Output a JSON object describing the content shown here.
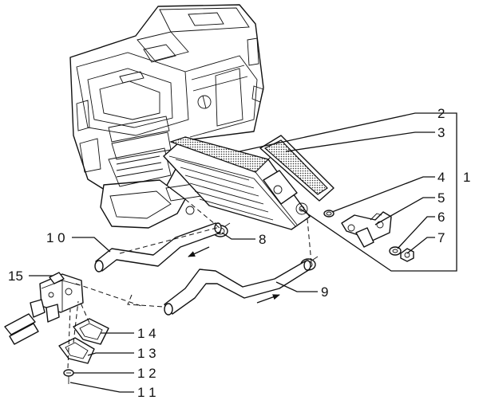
{
  "callouts": [
    {
      "id": "c1",
      "label": "1"
    },
    {
      "id": "c2",
      "label": "2"
    },
    {
      "id": "c3",
      "label": "3"
    },
    {
      "id": "c4",
      "label": "4"
    },
    {
      "id": "c5",
      "label": "5"
    },
    {
      "id": "c6",
      "label": "6"
    },
    {
      "id": "c7",
      "label": "7"
    },
    {
      "id": "c8",
      "label": "8"
    },
    {
      "id": "c9",
      "label": "9"
    },
    {
      "id": "c10",
      "label": "1 0"
    },
    {
      "id": "c11",
      "label": "1 1"
    },
    {
      "id": "c12",
      "label": "1 2"
    },
    {
      "id": "c13",
      "label": "1 3"
    },
    {
      "id": "c14",
      "label": "1 4"
    },
    {
      "id": "c15",
      "label": "15"
    }
  ]
}
